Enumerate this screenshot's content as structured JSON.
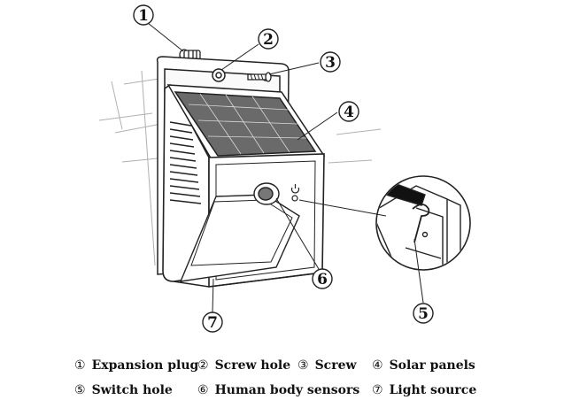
{
  "callouts": [
    {
      "number": "1"
    },
    {
      "number": "2"
    },
    {
      "number": "3"
    },
    {
      "number": "4"
    },
    {
      "number": "5"
    },
    {
      "number": "6"
    },
    {
      "number": "7"
    }
  ],
  "device_icon": "power-symbol-icon",
  "legend": [
    {
      "num": "①",
      "label": "Expansion plug"
    },
    {
      "num": "②",
      "label": "Screw hole"
    },
    {
      "num": "③",
      "label": "Screw"
    },
    {
      "num": "④",
      "label": "Solar panels"
    },
    {
      "num": "⑤",
      "label": "Switch hole"
    },
    {
      "num": "⑥",
      "label": "Human body sensors"
    },
    {
      "num": "⑦",
      "label": "Light source"
    }
  ]
}
